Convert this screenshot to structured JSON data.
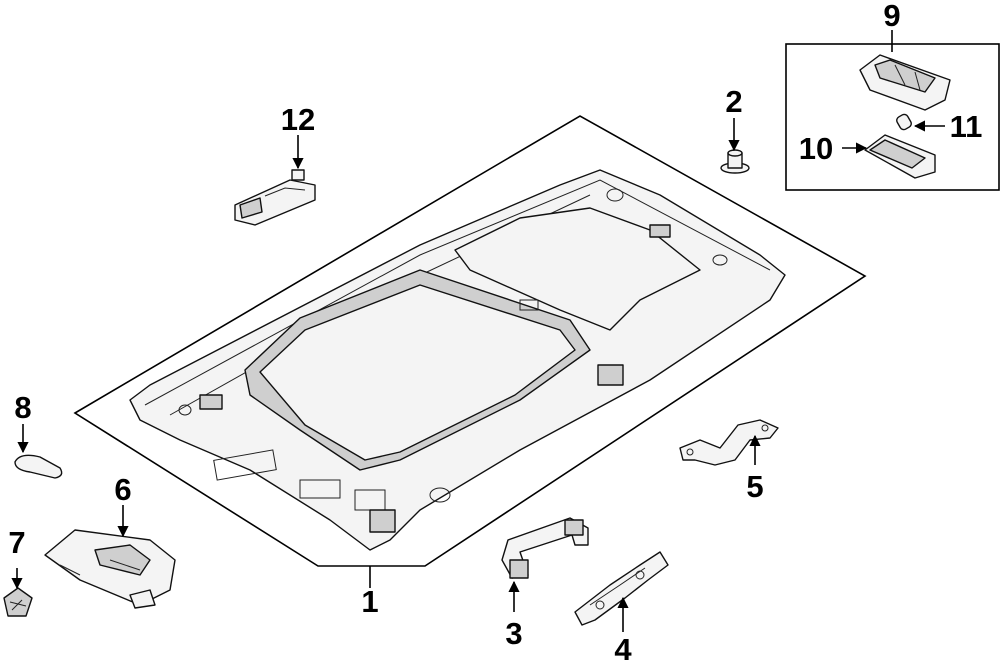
{
  "diagram": {
    "background": "#ffffff",
    "line_color": "#000000",
    "callouts": [
      {
        "id": "c1",
        "label": "1"
      },
      {
        "id": "c2",
        "label": "2"
      },
      {
        "id": "c3",
        "label": "3"
      },
      {
        "id": "c4",
        "label": "4"
      },
      {
        "id": "c5",
        "label": "5"
      },
      {
        "id": "c6",
        "label": "6"
      },
      {
        "id": "c7",
        "label": "7"
      },
      {
        "id": "c8",
        "label": "8"
      },
      {
        "id": "c9",
        "label": "9"
      },
      {
        "id": "c10",
        "label": "10"
      },
      {
        "id": "c11",
        "label": "11"
      },
      {
        "id": "c12",
        "label": "12"
      }
    ]
  }
}
